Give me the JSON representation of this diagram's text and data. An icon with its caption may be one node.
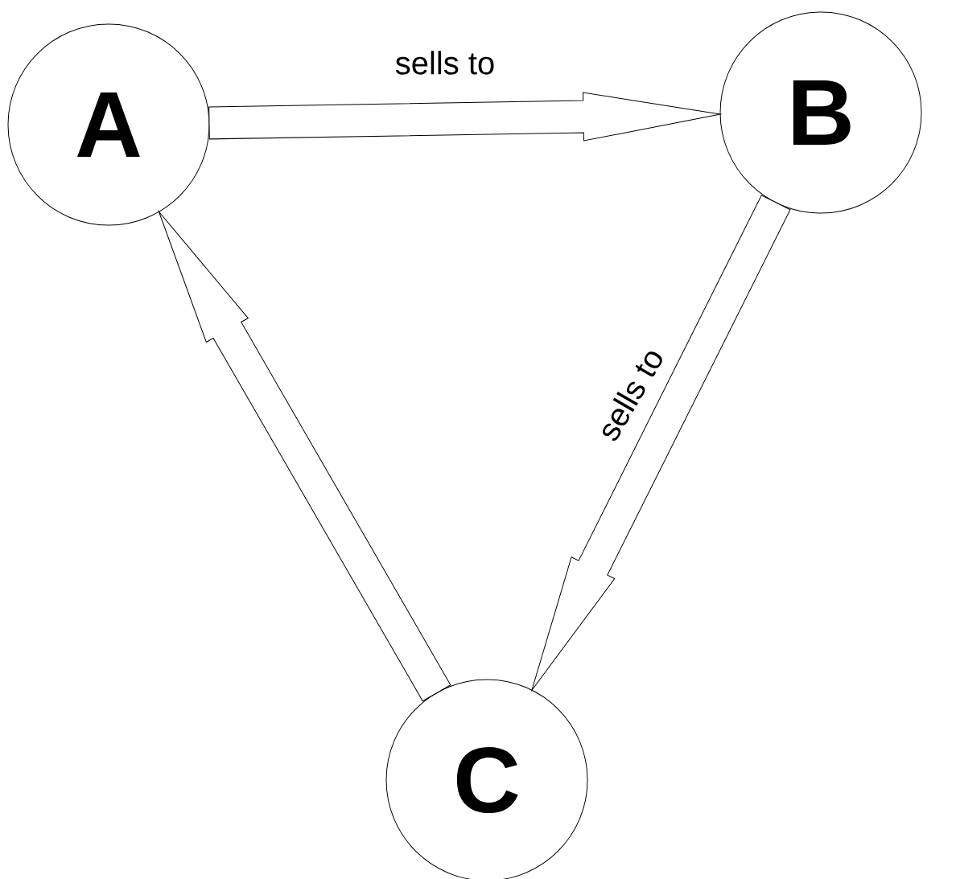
{
  "diagram": {
    "nodes": [
      {
        "text": [
          "A"
        ]
      },
      {
        "text": [
          "B"
        ]
      },
      {
        "text": [
          "C"
        ]
      }
    ],
    "edges": [
      {
        "from": 0,
        "to": 1,
        "arrow": "to",
        "label": "sells to"
      },
      {
        "from": 1,
        "to": 2,
        "arrow": "to",
        "label": "sells to"
      },
      {
        "from": 2,
        "to": 0,
        "arrow": "to"
      }
    ]
  }
}
